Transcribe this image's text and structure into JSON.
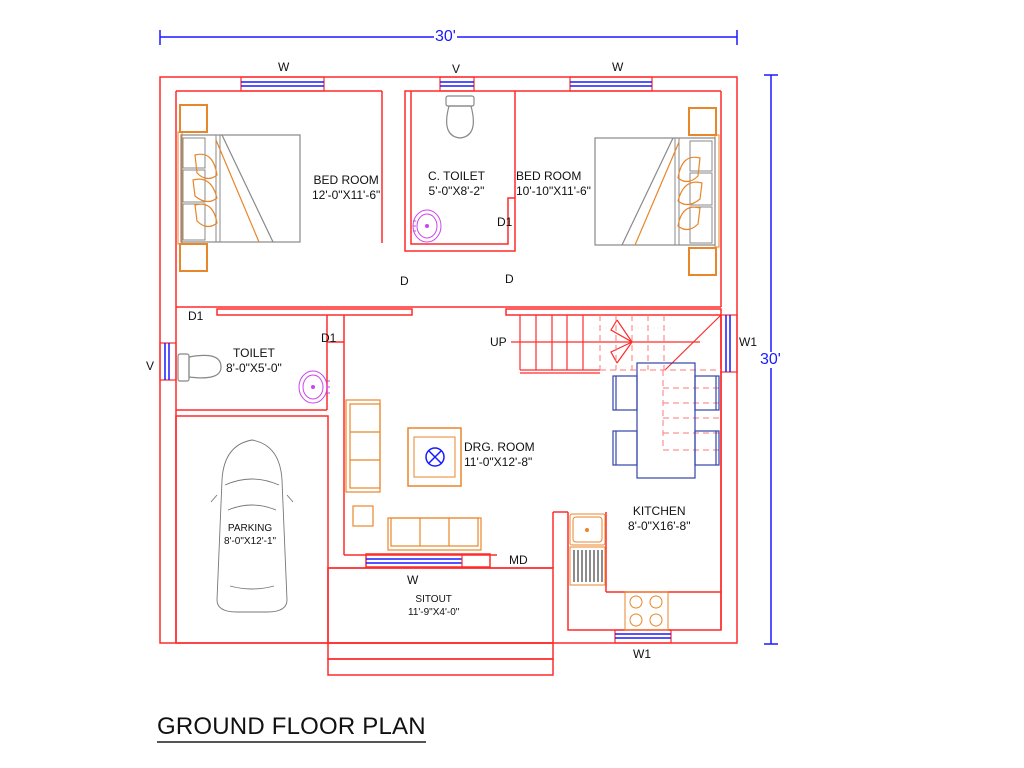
{
  "title": "GROUND FLOOR PLAN",
  "dimensions": {
    "overall_width": "30'",
    "overall_depth": "30'"
  },
  "rooms": {
    "bedroom_1": {
      "name": "BED ROOM",
      "size": "12'-0\"X11'-6\""
    },
    "c_toilet": {
      "name": "C. TOILET",
      "size": "5'-0\"X8'-2\""
    },
    "bedroom_2": {
      "name": "BED ROOM",
      "size": "10'-10\"X11'-6\""
    },
    "toilet": {
      "name": "TOILET",
      "size": "8'-0\"X5'-0\""
    },
    "drawing_room": {
      "name": "DRG. ROOM",
      "size": "11'-0\"X12'-8\""
    },
    "parking": {
      "name": "PARKING",
      "size": "8'-0\"X12'-1\""
    },
    "kitchen": {
      "name": "KITCHEN",
      "size": "8'-0\"X16'-8\""
    },
    "sitout": {
      "name": "SITOUT",
      "size": "11'-9\"X4'-0\""
    }
  },
  "openings": {
    "top_window_left": "W",
    "top_vent": "V",
    "top_window_right": "W",
    "left_vent": "V",
    "right_window": "W1",
    "bottom_window_kitchen": "W1",
    "front_window_drawing": "W",
    "main_door": "MD",
    "door_bed1": "D",
    "door_bed2": "D",
    "door_ctoilet": "D1",
    "door_toilet_top": "D1",
    "door_toilet_side": "D1"
  },
  "stairs": {
    "label": "UP"
  },
  "colors": {
    "wall": "#ff2a2a",
    "dimension": "#1a1aff",
    "window": "#1a1aff",
    "furniture": "#e8862a",
    "fixture": "#888888",
    "sink": "#cc44ee",
    "dining": "#3344aa"
  }
}
